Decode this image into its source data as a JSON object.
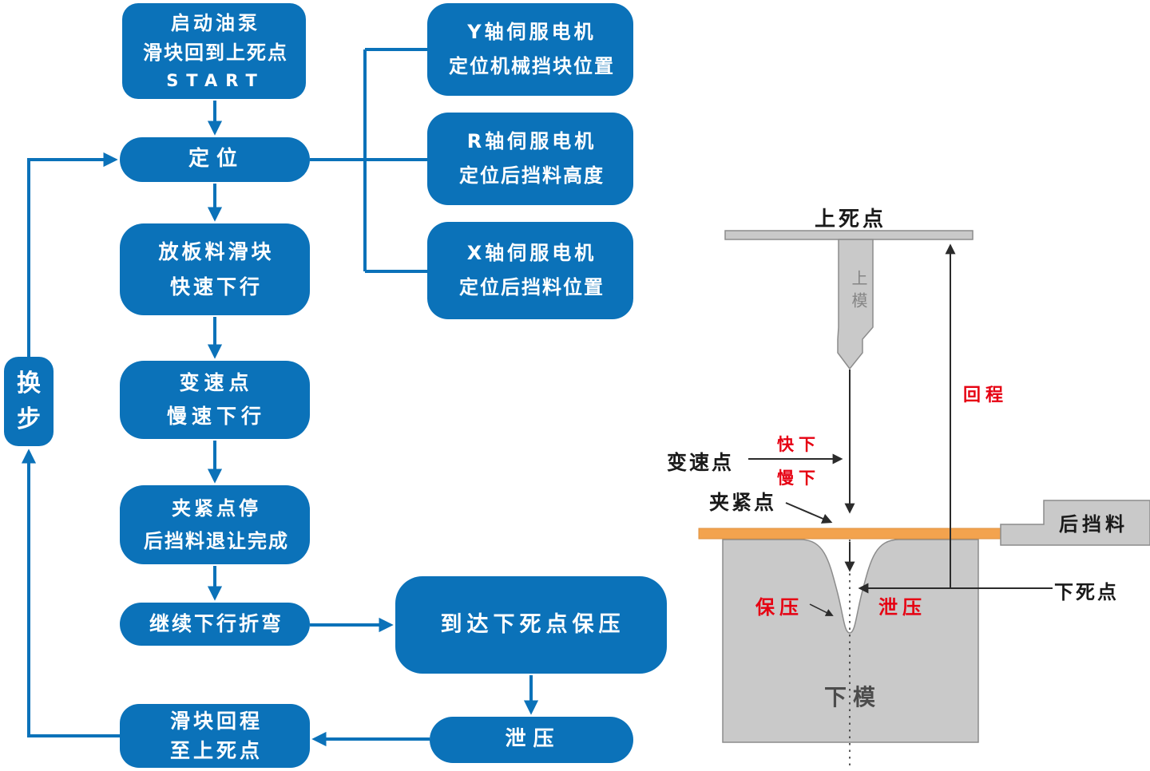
{
  "colors": {
    "box_blue": "#0b72b9",
    "accent_red": "#e60012",
    "sheet_orange": "#f3a34e",
    "die_gray": "#c9c9c9",
    "die_stroke": "#8c8c8c",
    "line_black": "#2b2b2b"
  },
  "flowchart": {
    "start": {
      "line1": "启动油泵",
      "line2": "滑块回到上死点",
      "line3": "START"
    },
    "positioning": {
      "label": "定位"
    },
    "place_sheet": {
      "line1": "放板料滑块",
      "line2": "快速下行"
    },
    "speed_change": {
      "line1": "变速点",
      "line2": "慢速下行"
    },
    "clamp_stop": {
      "line1": "夹紧点停",
      "line2": "后挡料退让完成"
    },
    "continue_bend": {
      "label": "继续下行折弯"
    },
    "reach_bottom": {
      "label": "到达下死点保压"
    },
    "release_pressure": {
      "label": "泄压"
    },
    "slider_return": {
      "line1": "滑块回程",
      "line2": "至上死点"
    },
    "step_change": {
      "char1": "换",
      "char2": "步"
    },
    "y_axis": {
      "line1": "Y轴伺服电机",
      "line2": "定位机械挡块位置"
    },
    "r_axis": {
      "line1": "R轴伺服电机",
      "line2": "定位后挡料高度"
    },
    "x_axis": {
      "line1": "X轴伺服电机",
      "line2": "定位后挡料位置"
    }
  },
  "diagram": {
    "top_dead_center": "上死点",
    "upper_die": "上模",
    "return_stroke": "回程",
    "speed_change_point": "变速点",
    "fast_down": "快下",
    "slow_down": "慢下",
    "clamp_point": "夹紧点",
    "back_gauge": "后挡料",
    "pressure_hold": "保压",
    "pressure_release": "泄压",
    "bottom_dead_center": "下死点",
    "lower_die": "下模"
  }
}
